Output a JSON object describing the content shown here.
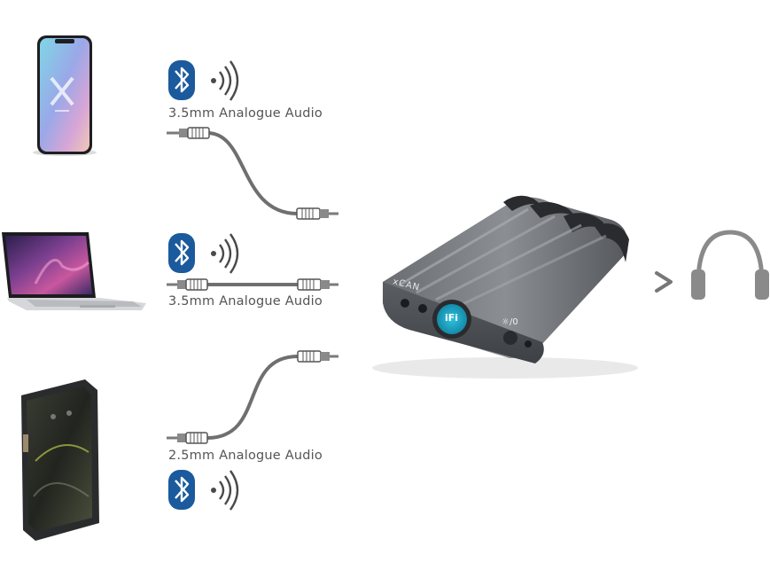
{
  "labels": {
    "phone_connection": "3.5mm Analogue Audio",
    "laptop_connection": "3.5mm Analogue Audio",
    "player_connection": "2.5mm Analogue Audio"
  },
  "amp": {
    "brand": "xCAN",
    "badge": "iFi",
    "power_label": "☼/0"
  },
  "arrow": ">",
  "colors": {
    "bluetooth_blue": "#1b5a9c",
    "cable_gray": "#6f6f6f",
    "wave_gray": "#4a4a4a",
    "amp_body": "#5a5d62",
    "knob_teal": "#1fa3c4",
    "headphone_gray": "#8a8a8a"
  },
  "icons": [
    "bluetooth-icon",
    "wireless-waves-icon",
    "headphones-icon",
    "smartphone-icon",
    "laptop-icon",
    "audio-player-icon"
  ]
}
